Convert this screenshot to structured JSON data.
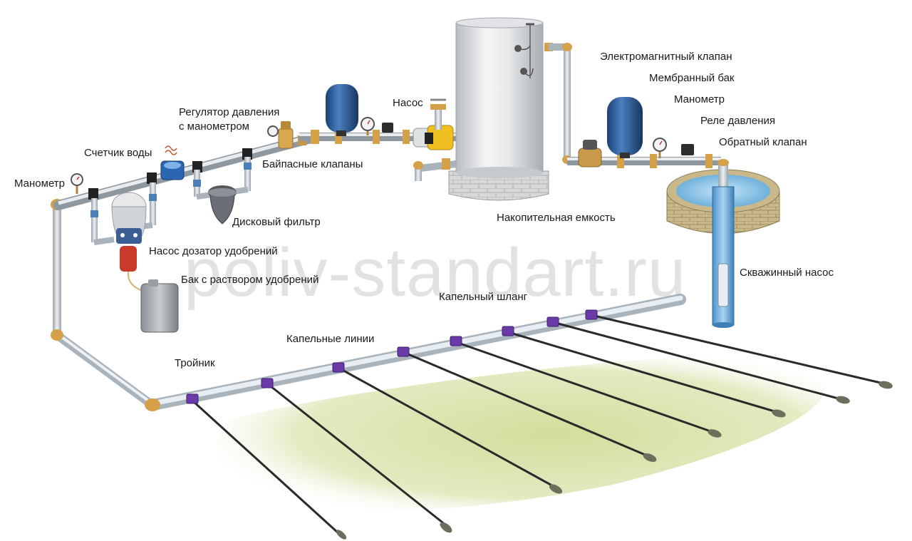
{
  "watermark": "poliv-standart.ru",
  "labels": {
    "electromagnetic_valve": "Электромагнитный клапан",
    "membrane_tank": "Мембранный бак",
    "manometer_right": "Манометр",
    "pressure_relay": "Реле давления",
    "check_valve": "Обратный клапан",
    "pump": "Насос",
    "pressure_regulator_line1": "Регулятор давления",
    "pressure_regulator_line2": "с манометром",
    "water_meter": "Счетчик воды",
    "bypass_valves": "Байпасные клапаны",
    "manometer_left": "Манометр",
    "disc_filter": "Дисковый фильтр",
    "storage_tank": "Накопительная емкость",
    "fertilizer_pump": "Насос дозатор удобрений",
    "fertilizer_tank": "Бак с раствором удобрений",
    "well_pump": "Скважинный насос",
    "drip_hose": "Капельный шланг",
    "drip_lines": "Капельные линии",
    "tee": "Тройник"
  },
  "colors": {
    "pipe": "#c9ced4",
    "tank_blue": "#2d5f9e",
    "brass": "#d4a048",
    "purple_fitting": "#6a3aa8",
    "lawn": "#d8e0a8",
    "water": "#8cc8e8"
  }
}
